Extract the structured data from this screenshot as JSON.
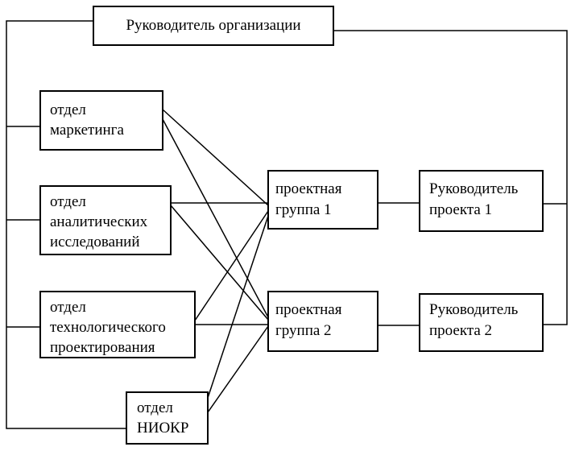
{
  "nodes": {
    "head": {
      "lines": [
        "Руководитель организации"
      ]
    },
    "marketing": {
      "lines": [
        "отдел",
        "маркетинга"
      ]
    },
    "analytics": {
      "lines": [
        "отдел",
        "аналитических",
        "исследований"
      ]
    },
    "tech": {
      "lines": [
        "отдел",
        "технологического",
        "проектирования"
      ]
    },
    "rnd": {
      "lines": [
        "отдел",
        "НИОКР"
      ]
    },
    "group1": {
      "lines": [
        "проектная",
        "группа 1"
      ]
    },
    "group2": {
      "lines": [
        "проектная",
        "группа 2"
      ]
    },
    "manager1": {
      "lines": [
        "Руководитель",
        "проекта 1"
      ]
    },
    "manager2": {
      "lines": [
        "Руководитель",
        "проекта 2"
      ]
    }
  },
  "colors": {
    "stroke": "#000000",
    "background": "#ffffff"
  }
}
